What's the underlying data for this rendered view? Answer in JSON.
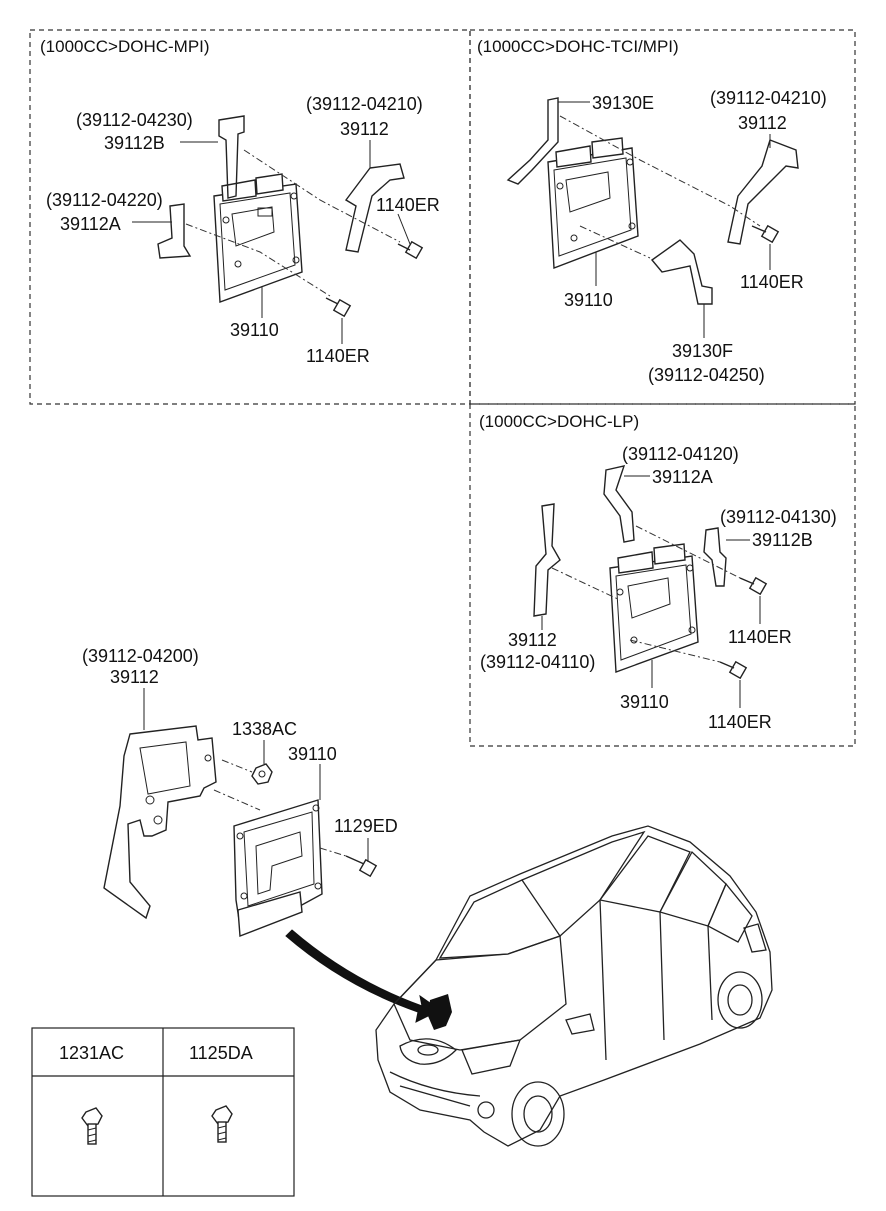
{
  "sections": {
    "mpi": {
      "title": "(1000CC>DOHC-MPI)",
      "labels": {
        "bracket_b_code": "(39112-04230)",
        "bracket_b": "39112B",
        "bracket_a_code": "(39112-04220)",
        "bracket_a": "39112A",
        "bracket_code": "(39112-04210)",
        "bracket": "39112",
        "bolt_upper": "1140ER",
        "ecu": "39110",
        "bolt_lower": "1140ER"
      }
    },
    "tci": {
      "title": "(1000CC>DOHC-TCI/MPI)",
      "labels": {
        "bracket_e": "39130E",
        "bracket_code": "(39112-04210)",
        "bracket": "39112",
        "bolt": "1140ER",
        "ecu": "39110",
        "bracket_f": "39130F",
        "bracket_f_code": "(39112-04250)"
      }
    },
    "lp": {
      "title": "(1000CC>DOHC-LP)",
      "labels": {
        "bracket_a_code": "(39112-04120)",
        "bracket_a": "39112A",
        "bracket_b_code": "(39112-04130)",
        "bracket_b": "39112B",
        "bolt_upper": "1140ER",
        "bracket": "39112",
        "bracket_code": "(39112-04110)",
        "ecu": "39110",
        "bolt_lower": "1140ER"
      }
    }
  },
  "main": {
    "bracket_code": "(39112-04200)",
    "bracket": "39112",
    "nut": "1338AC",
    "ecu": "39110",
    "bolt": "1129ED"
  },
  "fastener_table": {
    "headers": [
      "1231AC",
      "1125DA"
    ]
  }
}
